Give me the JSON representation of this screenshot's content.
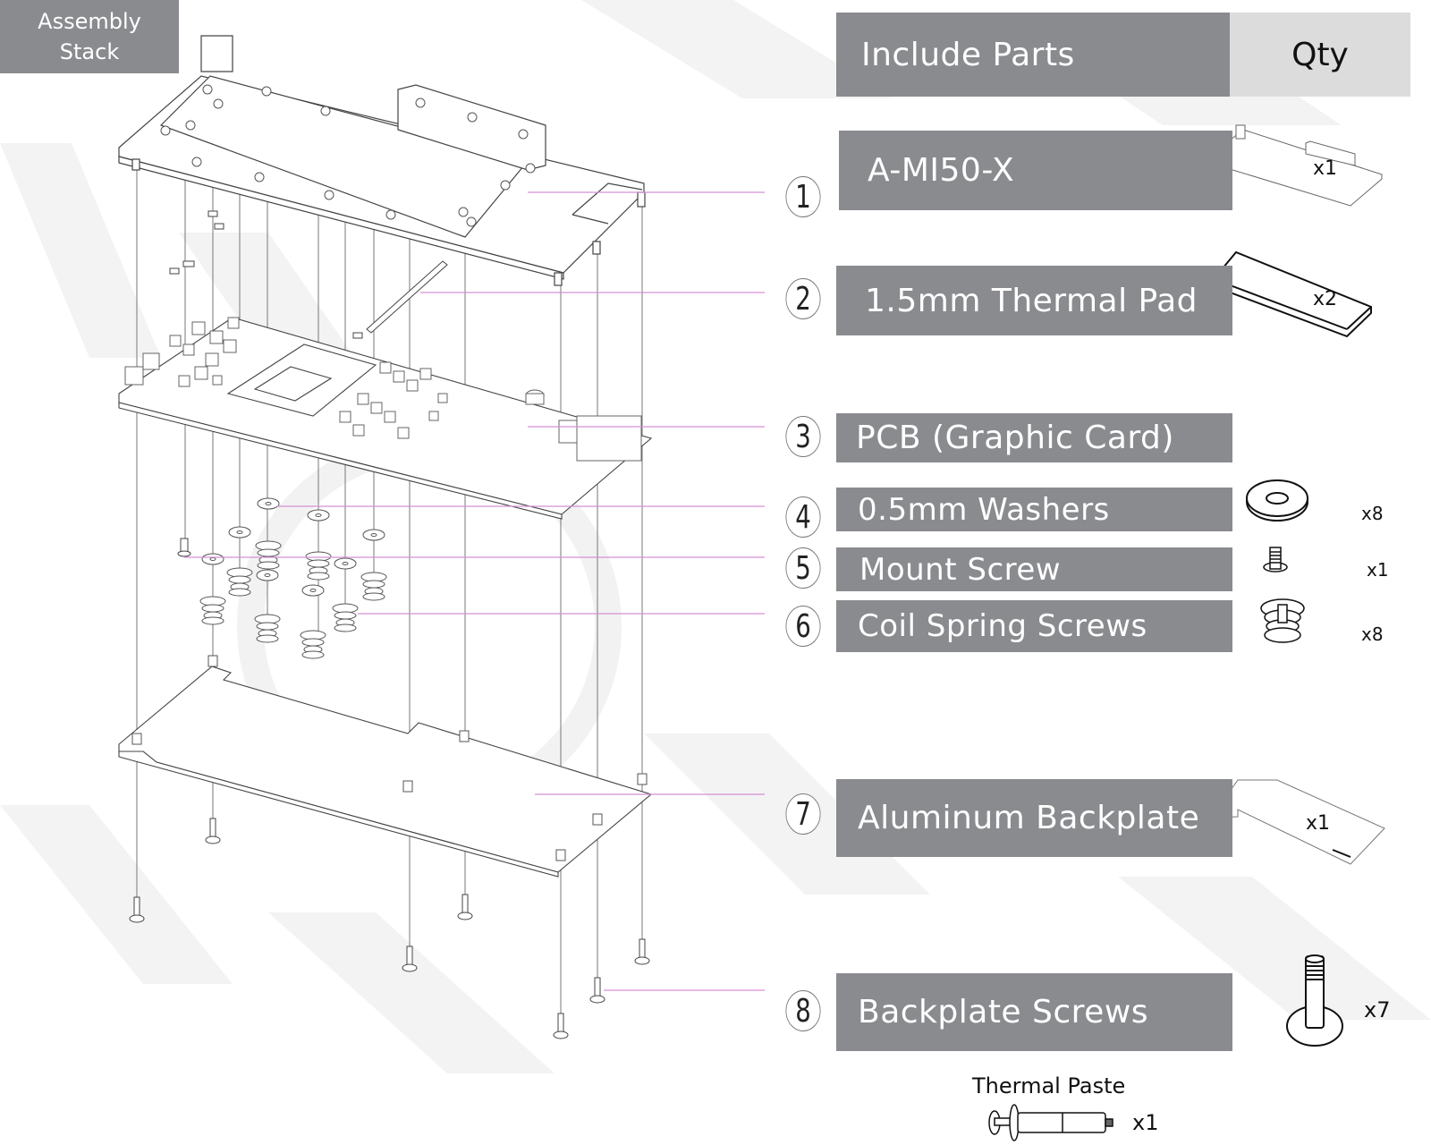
{
  "header": {
    "title_line1": "Assembly",
    "title_line2": "Stack"
  },
  "table": {
    "parts_header": "Include Parts",
    "qty_header": "Qty"
  },
  "parts": [
    {
      "number": "1",
      "name": "A-MI50-X",
      "qty": "x1",
      "icon": "water-block-icon"
    },
    {
      "number": "2",
      "name": "1.5mm Thermal Pad",
      "qty": "x2",
      "icon": "thermal-pad-icon"
    },
    {
      "number": "3",
      "name": "PCB (Graphic Card)",
      "qty": "",
      "icon": ""
    },
    {
      "number": "4",
      "name": "0.5mm Washers",
      "qty": "x8",
      "icon": "washer-icon"
    },
    {
      "number": "5",
      "name": "Mount Screw",
      "qty": "x1",
      "icon": "mount-screw-icon"
    },
    {
      "number": "6",
      "name": "Coil Spring Screws",
      "qty": "x8",
      "icon": "coil-spring-screw-icon"
    },
    {
      "number": "7",
      "name": "Aluminum Backplate",
      "qty": "x1",
      "icon": "backplate-icon"
    },
    {
      "number": "8",
      "name": "Backplate Screws",
      "qty": "x7",
      "icon": "backplate-screw-icon"
    }
  ],
  "extra": {
    "label": "Thermal Paste",
    "qty": "x1",
    "icon": "thermal-paste-syringe-icon"
  },
  "colors": {
    "label_bg": "#8a8b8f",
    "qty_header_bg": "#dcdcdc",
    "leader_line": "#d58fd6",
    "drawing_line": "#555555"
  }
}
